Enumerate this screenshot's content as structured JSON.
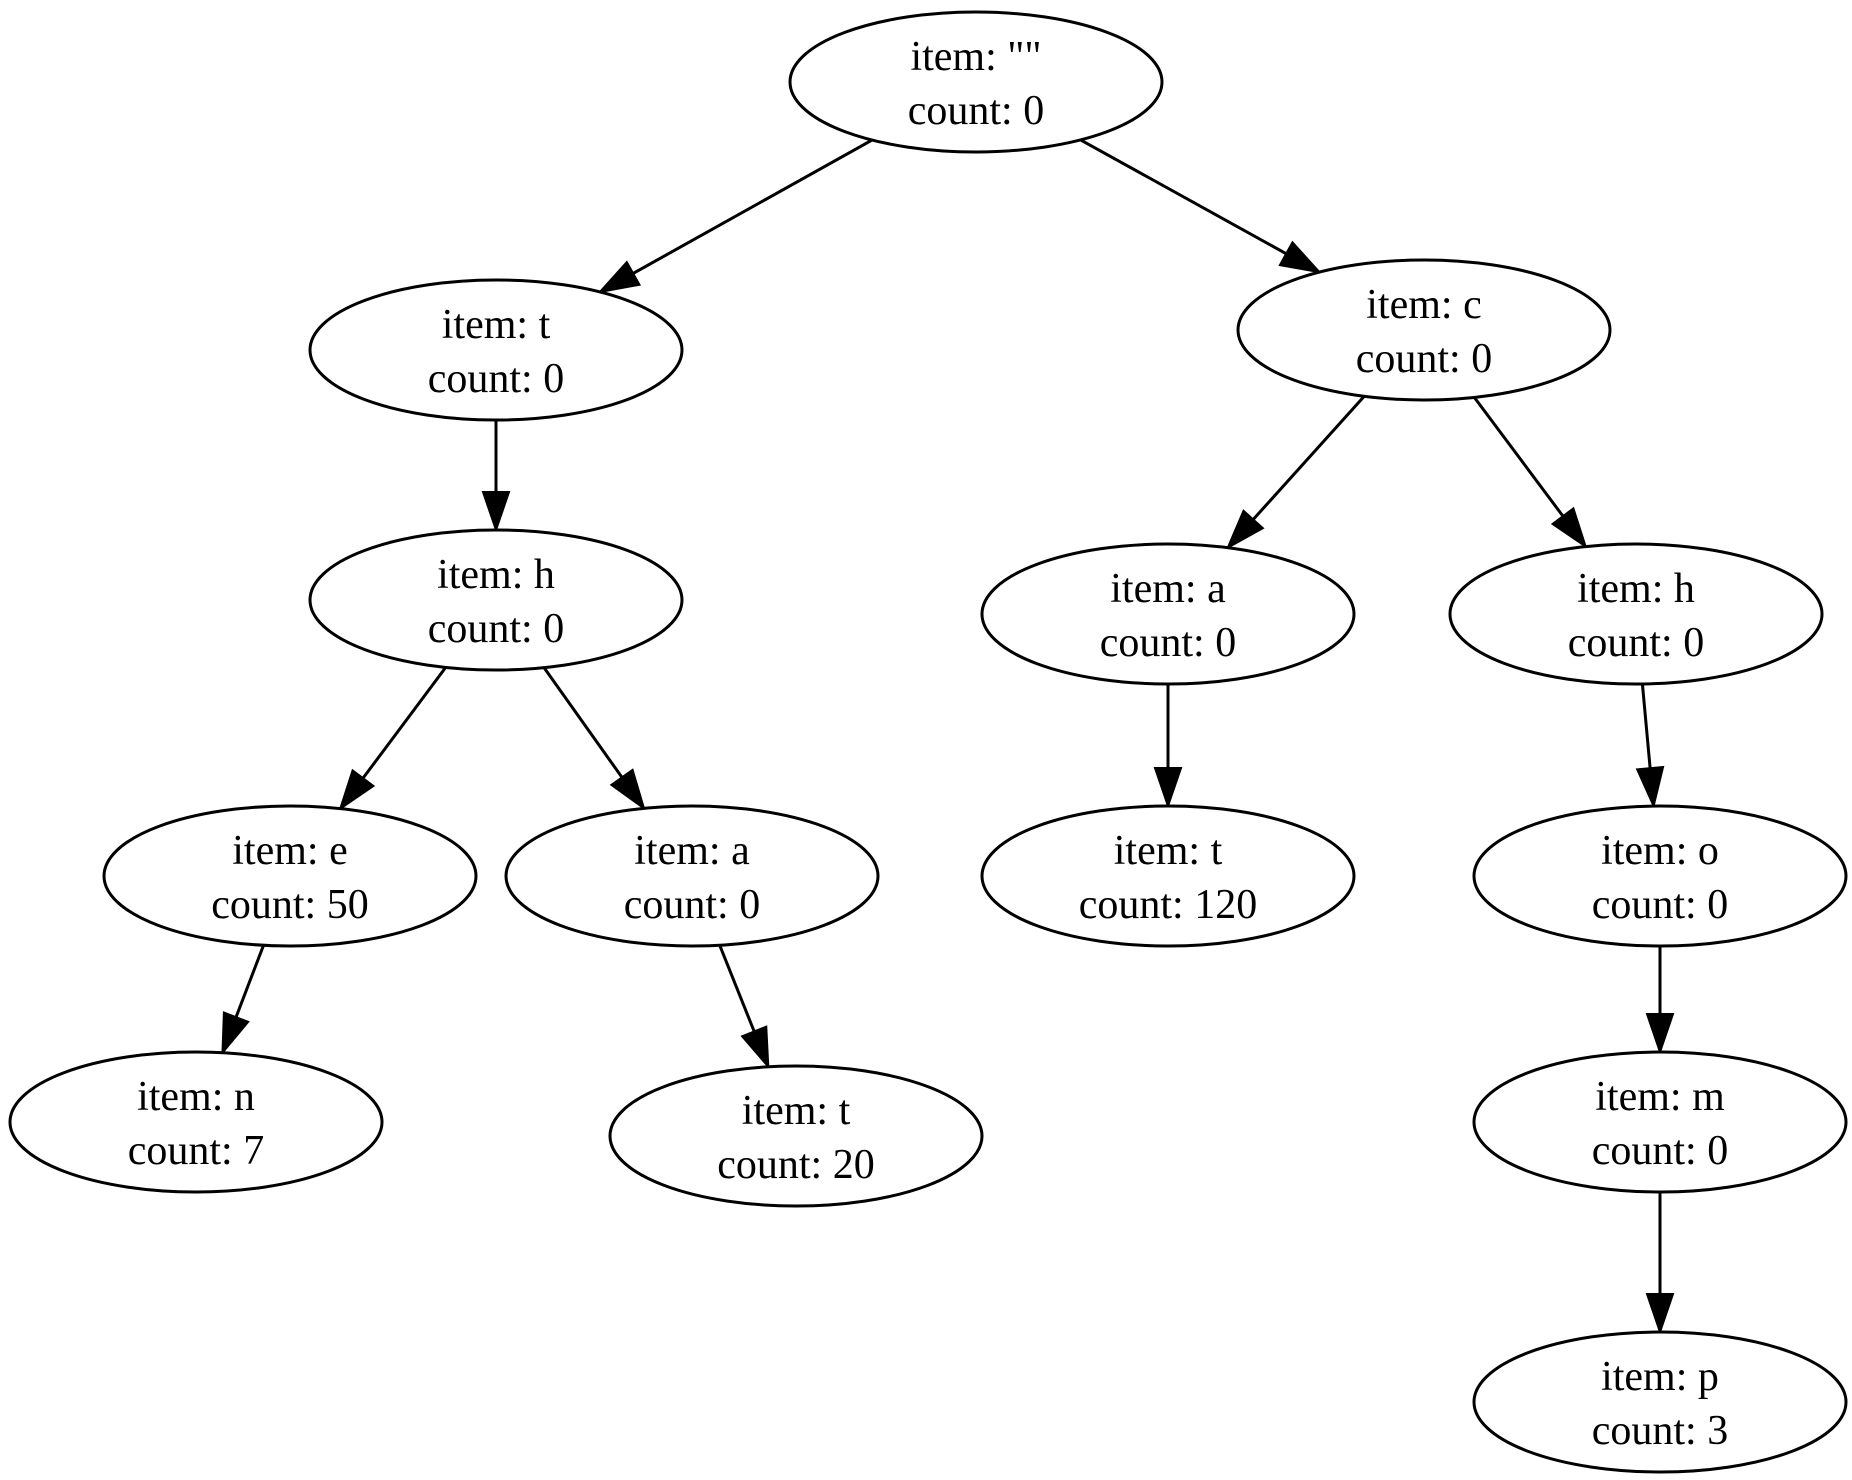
{
  "diagram": {
    "nodes": [
      {
        "id": "root",
        "item_label": "item: \"\"",
        "count_label": "count: 0"
      },
      {
        "id": "t",
        "item_label": "item: t",
        "count_label": "count: 0"
      },
      {
        "id": "c",
        "item_label": "item: c",
        "count_label": "count: 0"
      },
      {
        "id": "th",
        "item_label": "item: h",
        "count_label": "count: 0"
      },
      {
        "id": "ca",
        "item_label": "item: a",
        "count_label": "count: 0"
      },
      {
        "id": "ch",
        "item_label": "item: h",
        "count_label": "count: 0"
      },
      {
        "id": "the",
        "item_label": "item: e",
        "count_label": "count: 50"
      },
      {
        "id": "tha",
        "item_label": "item: a",
        "count_label": "count: 0"
      },
      {
        "id": "cat",
        "item_label": "item: t",
        "count_label": "count: 120"
      },
      {
        "id": "cho",
        "item_label": "item: o",
        "count_label": "count: 0"
      },
      {
        "id": "then",
        "item_label": "item: n",
        "count_label": "count: 7"
      },
      {
        "id": "that",
        "item_label": "item: t",
        "count_label": "count: 20"
      },
      {
        "id": "chom",
        "item_label": "item: m",
        "count_label": "count: 0"
      },
      {
        "id": "chomp",
        "item_label": "item: p",
        "count_label": "count: 3"
      }
    ],
    "edges": [
      {
        "from": "root",
        "to": "t"
      },
      {
        "from": "root",
        "to": "c"
      },
      {
        "from": "t",
        "to": "th"
      },
      {
        "from": "th",
        "to": "the"
      },
      {
        "from": "th",
        "to": "tha"
      },
      {
        "from": "the",
        "to": "then"
      },
      {
        "from": "tha",
        "to": "that"
      },
      {
        "from": "c",
        "to": "ca"
      },
      {
        "from": "c",
        "to": "ch"
      },
      {
        "from": "ca",
        "to": "cat"
      },
      {
        "from": "ch",
        "to": "cho"
      },
      {
        "from": "cho",
        "to": "chom"
      },
      {
        "from": "chom",
        "to": "chomp"
      }
    ]
  }
}
